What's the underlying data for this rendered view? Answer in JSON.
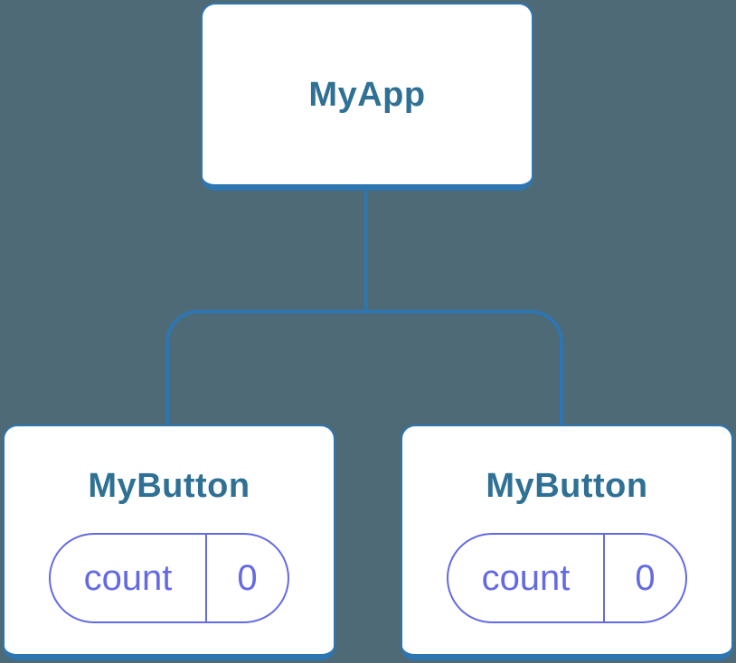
{
  "colors": {
    "background": "#4D6A76",
    "line": "#2E76B2",
    "node_fill": "#FFFFFF",
    "title_text": "#2F7095",
    "state_accent": "#646AE2"
  },
  "tree": {
    "root": {
      "label": "MyApp"
    },
    "children": [
      {
        "label": "MyButton",
        "state": {
          "key": "count",
          "value": "0"
        }
      },
      {
        "label": "MyButton",
        "state": {
          "key": "count",
          "value": "0"
        }
      }
    ]
  }
}
